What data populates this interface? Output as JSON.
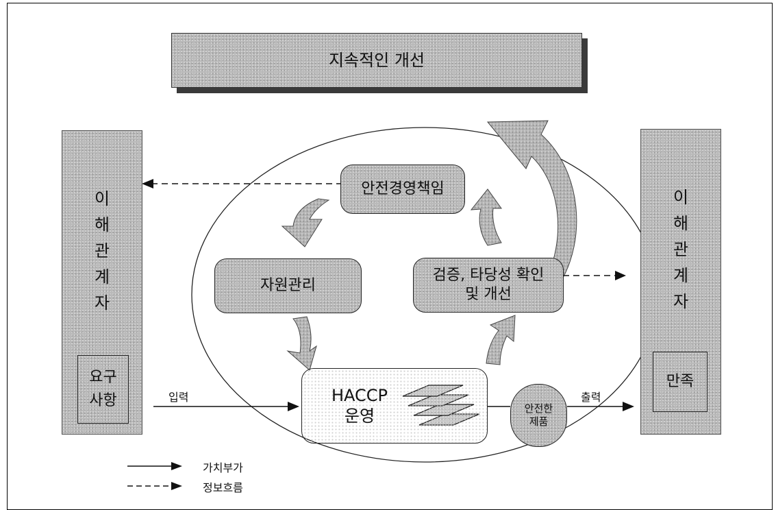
{
  "continuous_improvement": "지속적인 개선",
  "stakeholder_left": [
    "이",
    "해",
    "관",
    "계",
    "자"
  ],
  "stakeholder_right": [
    "이",
    "해",
    "관",
    "계",
    "자"
  ],
  "requirements": [
    "요구",
    "사항"
  ],
  "satisfaction": "만족",
  "safety_mgmt": "안전경영책임",
  "resource_mgmt": "자원관리",
  "verification": [
    "검증, 타당성 확인",
    "및 개선"
  ],
  "haccp": [
    "HACCP",
    "운영"
  ],
  "safe_product": [
    "안전한",
    "제품"
  ],
  "input_label": "입력",
  "output_label": "출력",
  "legend": {
    "value_added": "가치부가",
    "info_flow": "정보흐름"
  }
}
